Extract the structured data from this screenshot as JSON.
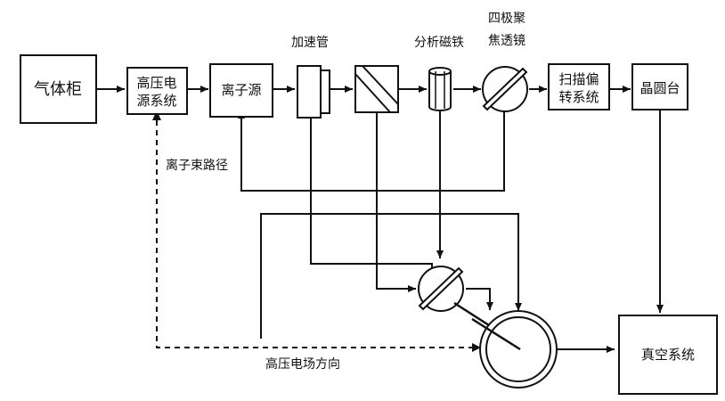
{
  "blocks": {
    "gas_cabinet": "气体柜",
    "hv_line1": "高压电",
    "hv_line2": "源系统",
    "ion_source": "离子源",
    "scan_line1": "扫描偏",
    "scan_line2": "转系统",
    "wafer_stage": "晶圆台",
    "vacuum": "真空系统"
  },
  "labels": {
    "accelerator": "加速管",
    "magnet": "分析磁铁",
    "quad_line1": "四极聚",
    "quad_line2": "焦透镜",
    "beam_path": "离子束路径",
    "field_dir": "高压电场方向"
  }
}
